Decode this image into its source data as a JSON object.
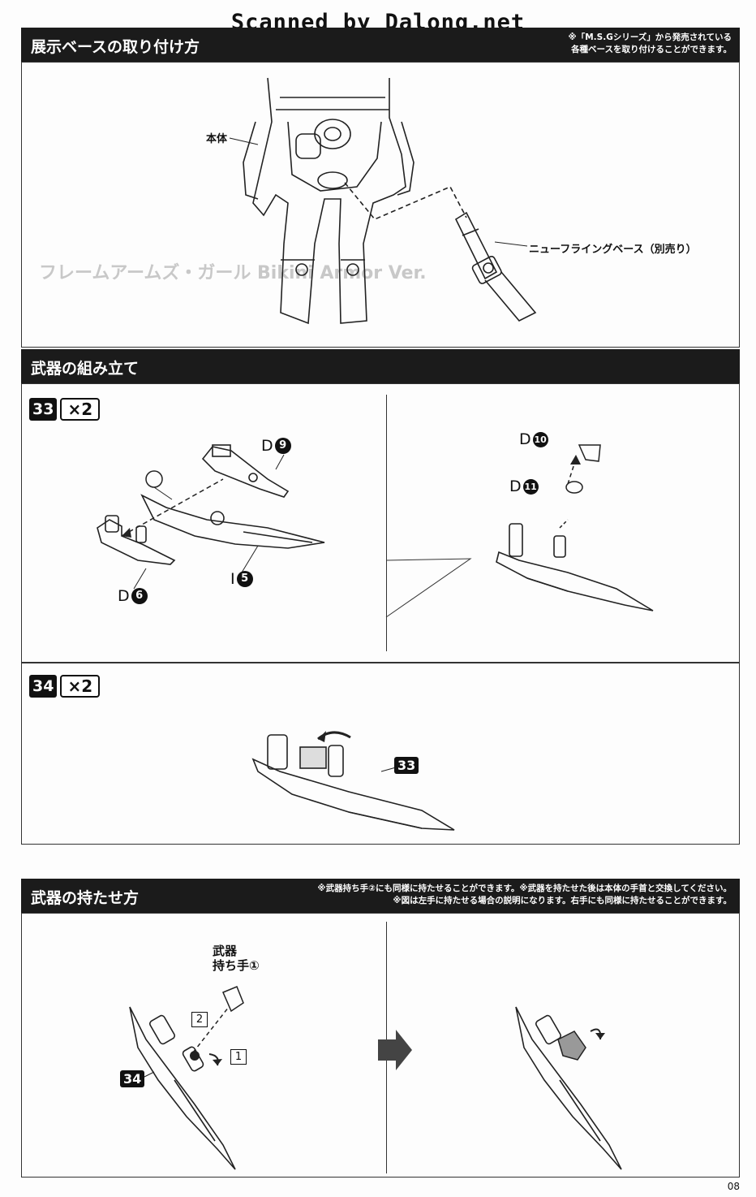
{
  "watermark": "Scanned by Dalong.net",
  "sections": {
    "base": {
      "title": "展示ベースの取り付け方",
      "note_line1": "※「M.S.Gシリーズ」から発売されている",
      "note_line2": "各種ベースを取り付けることができます。",
      "label_body": "本体",
      "label_base": "ニューフライングベース（別売り）"
    },
    "weapon_assembly": {
      "title": "武器の組み立て",
      "step33": {
        "number": "33",
        "qty": "×2"
      },
      "step34": {
        "number": "34",
        "qty": "×2"
      },
      "parts": {
        "d9_letter": "D",
        "d9_num": "9",
        "d6_letter": "D",
        "d6_num": "6",
        "i5_letter": "I",
        "i5_num": "5",
        "d10_letter": "D",
        "d10_num": "10",
        "d11_letter": "D",
        "d11_num": "11"
      },
      "tag33": "33"
    },
    "weapon_hold": {
      "title": "武器の持たせ方",
      "note_line1": "※武器持ち手②にも同様に持たせることができます。※武器を持たせた後は本体の手首と交換してください。",
      "note_line2": "※図は左手に持たせる場合の説明になります。右手にも同様に持たせることができます。",
      "hand_label_line1": "武器",
      "hand_label_line2": "持ち手①",
      "order1": "1",
      "order2": "2",
      "tag34": "34"
    }
  },
  "page_number": "08"
}
